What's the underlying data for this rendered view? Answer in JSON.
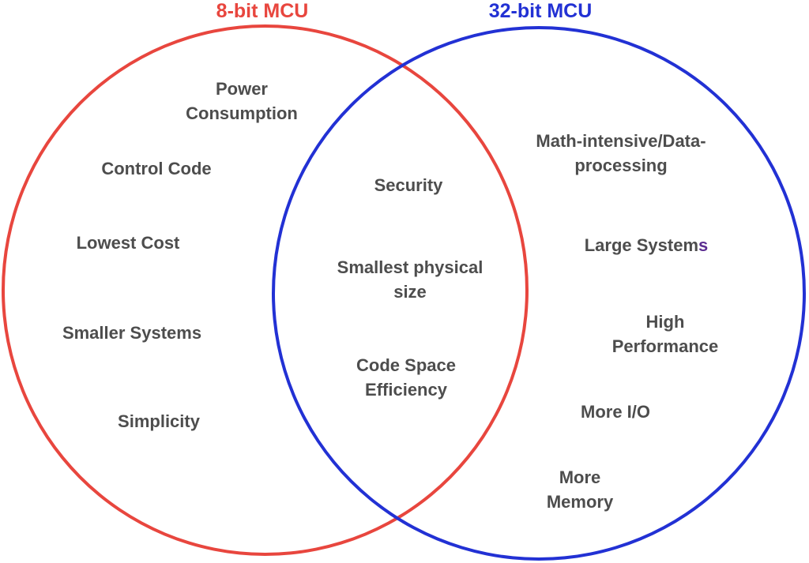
{
  "colors": {
    "red_circle": "#e8463e",
    "blue_circle": "#2231d4",
    "label_text": "#4d4d4d",
    "large_systems_suffix": "#5c2e91"
  },
  "venn": {
    "left": {
      "title": "8-bit MCU",
      "items": [
        "Power\nConsumption",
        "Control Code",
        "Lowest Cost",
        "Smaller Systems",
        "Simplicity"
      ]
    },
    "overlap": {
      "items": [
        "Security",
        "Smallest physical\nsize",
        "Code Space\nEfficiency"
      ]
    },
    "right": {
      "title": "32-bit MCU",
      "items": [
        "Math-intensive/Data-\nprocessing",
        {
          "text": "Large System",
          "suffix": "s"
        },
        "High Performance",
        "More I/O",
        "More\nMemory"
      ]
    }
  }
}
